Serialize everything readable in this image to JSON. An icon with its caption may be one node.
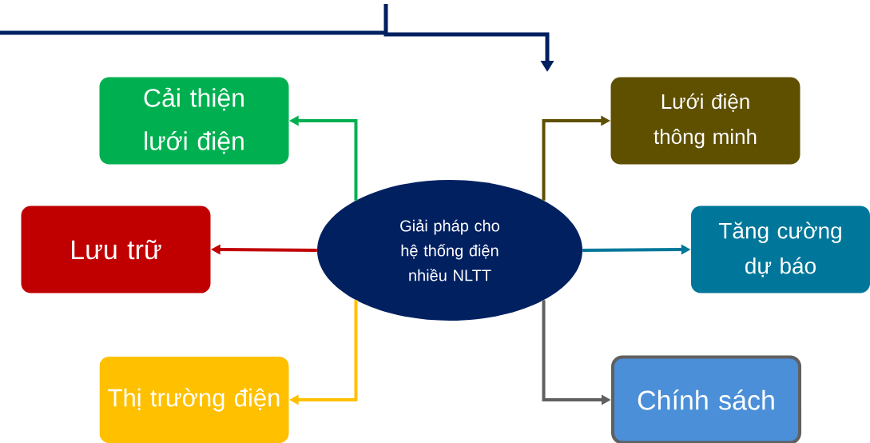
{
  "diagram": {
    "nodes": [
      {
        "text": [
          "Giải pháp cho hệ thống điện nhiều NLTT"
        ]
      },
      {
        "text": [
          "Cải thiện lưới điện"
        ]
      },
      {
        "text": [
          "Lưu trữ"
        ]
      },
      {
        "text": [
          "Thị trường điện"
        ]
      },
      {
        "text": [
          "Lưới điện thông minh"
        ]
      },
      {
        "text": [
          "Tăng cường dự báo"
        ]
      },
      {
        "text": [
          "Chính sách"
        ]
      }
    ],
    "edges": [
      {
        "from": 0,
        "to": 1,
        "arrow": "to",
        "color": "#00b050"
      },
      {
        "from": 0,
        "to": 2,
        "arrow": "to",
        "color": "#c00000"
      },
      {
        "from": 0,
        "to": 3,
        "arrow": "to",
        "color": "#ffc000"
      },
      {
        "from": 0,
        "to": 4,
        "arrow": "to",
        "color": "#5f5000"
      },
      {
        "from": 0,
        "to": 5,
        "arrow": "to",
        "color": "#00779a"
      },
      {
        "from": 0,
        "to": 6,
        "arrow": "to",
        "color": "#606060"
      }
    ]
  }
}
